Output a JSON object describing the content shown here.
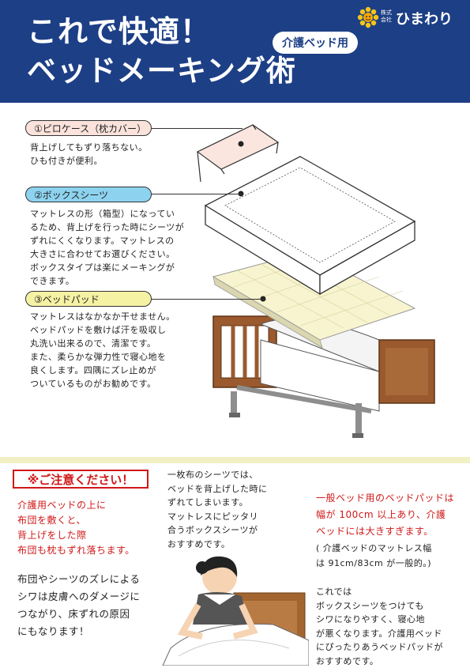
{
  "header": {
    "title_line1": "これで快適！",
    "title_line2": "ベッドメーキング術",
    "badge": "介護ベッド用",
    "logo_small": "株式\n会社",
    "logo_name": "ひまわり"
  },
  "items": [
    {
      "label": "①ピロケース（枕カバー）",
      "text": "背上げしてもずり落ちない。\nひも付きが便利。",
      "color": "#fbe3dc"
    },
    {
      "label": "②ボックスシーツ",
      "text": "マットレスの形（箱型）になってい\nるため、背上げを行った時にシーツが\nずれにくくなります。マットレスの\n大きさに合わせてお選びください。\nボックスタイプは楽にメーキングが\nできます。",
      "color": "#8dd3ef"
    },
    {
      "label": "③ベッドパッド",
      "text": "マットレスはなかなか干せません。\nベッドパッドを敷けば汗を吸収し\n丸洗い出来るので、清潔です。\nまた、柔らかな弾力性で寝心地を\n良くします。四隅にズレ止めが\nついているものがお勧めです。",
      "color": "#f6f2a4"
    }
  ],
  "caution": {
    "title": "※ご注意ください！",
    "red_text": "介護用ベッドの上に\n布団を敷くと、\n背上げをした際\n布団も枕もずれ落ちます。",
    "black_text": "布団やシーツのズレによる\nシワは皮膚へのダメージに\nつながり、床ずれの原因\nにもなります！"
  },
  "middle_text": "一枚布のシーツでは、\nベッドを背上げした時に\nずれてしまいます。\nマットレスにピッタリ\n合うボックスシーツが\nおすすめです。",
  "right": {
    "red_text": "一般ベッド用のベッドパッドは\n幅が 100cm 以上あり、介護\nベッドには大きすぎます。",
    "note": "( 介護ベッドのマットレス幅\nは 91cm/83cm が一般的。)",
    "black_text": "これでは\nボックスシーツをつけても\nシワになりやすく、寝心地\nが悪くなります。介護用ベッド\nにぴったりあうベッドパッドが\nおすすめです。"
  },
  "colors": {
    "header_bg": "#1d3f86",
    "caution_red": "#d01818",
    "bed_wood": "#9a5a2e"
  }
}
